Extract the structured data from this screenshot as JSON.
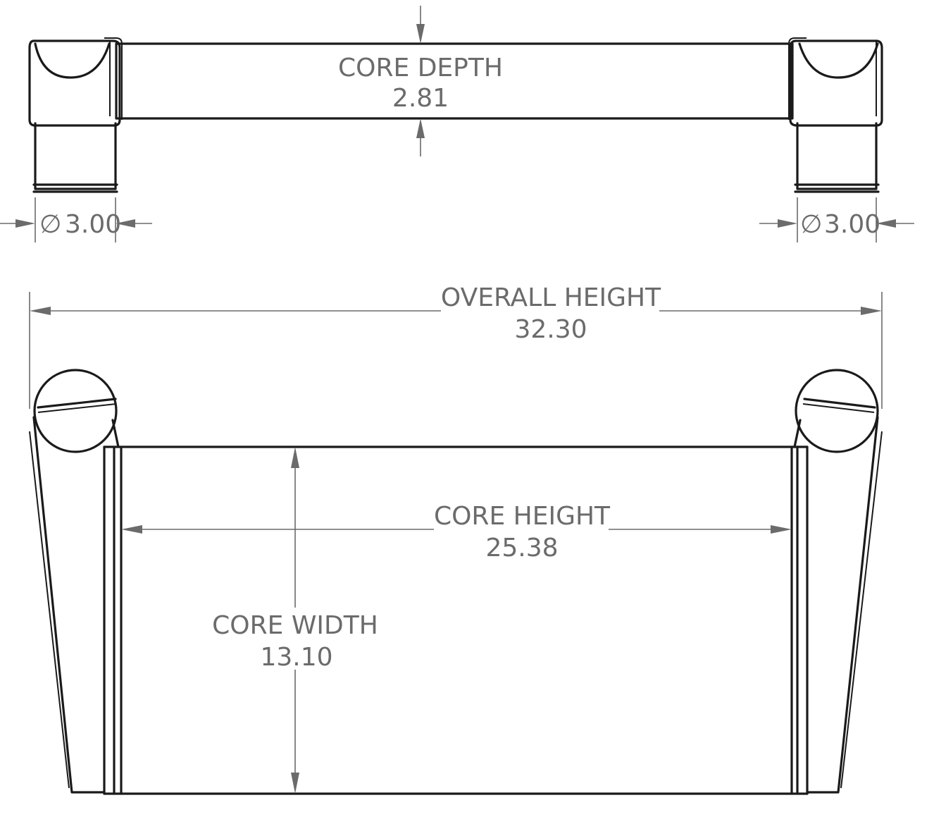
{
  "dimensions": {
    "core_depth": {
      "label": "CORE DEPTH",
      "value": "2.81"
    },
    "inlet_left": {
      "symbol": "∅",
      "value": "3.00"
    },
    "inlet_right": {
      "symbol": "∅",
      "value": "3.00"
    },
    "overall_height": {
      "label": "OVERALL HEIGHT",
      "value": "32.30"
    },
    "core_height": {
      "label": "CORE HEIGHT",
      "value": "25.38"
    },
    "core_width": {
      "label": "CORE WIDTH",
      "value": "13.10"
    }
  }
}
